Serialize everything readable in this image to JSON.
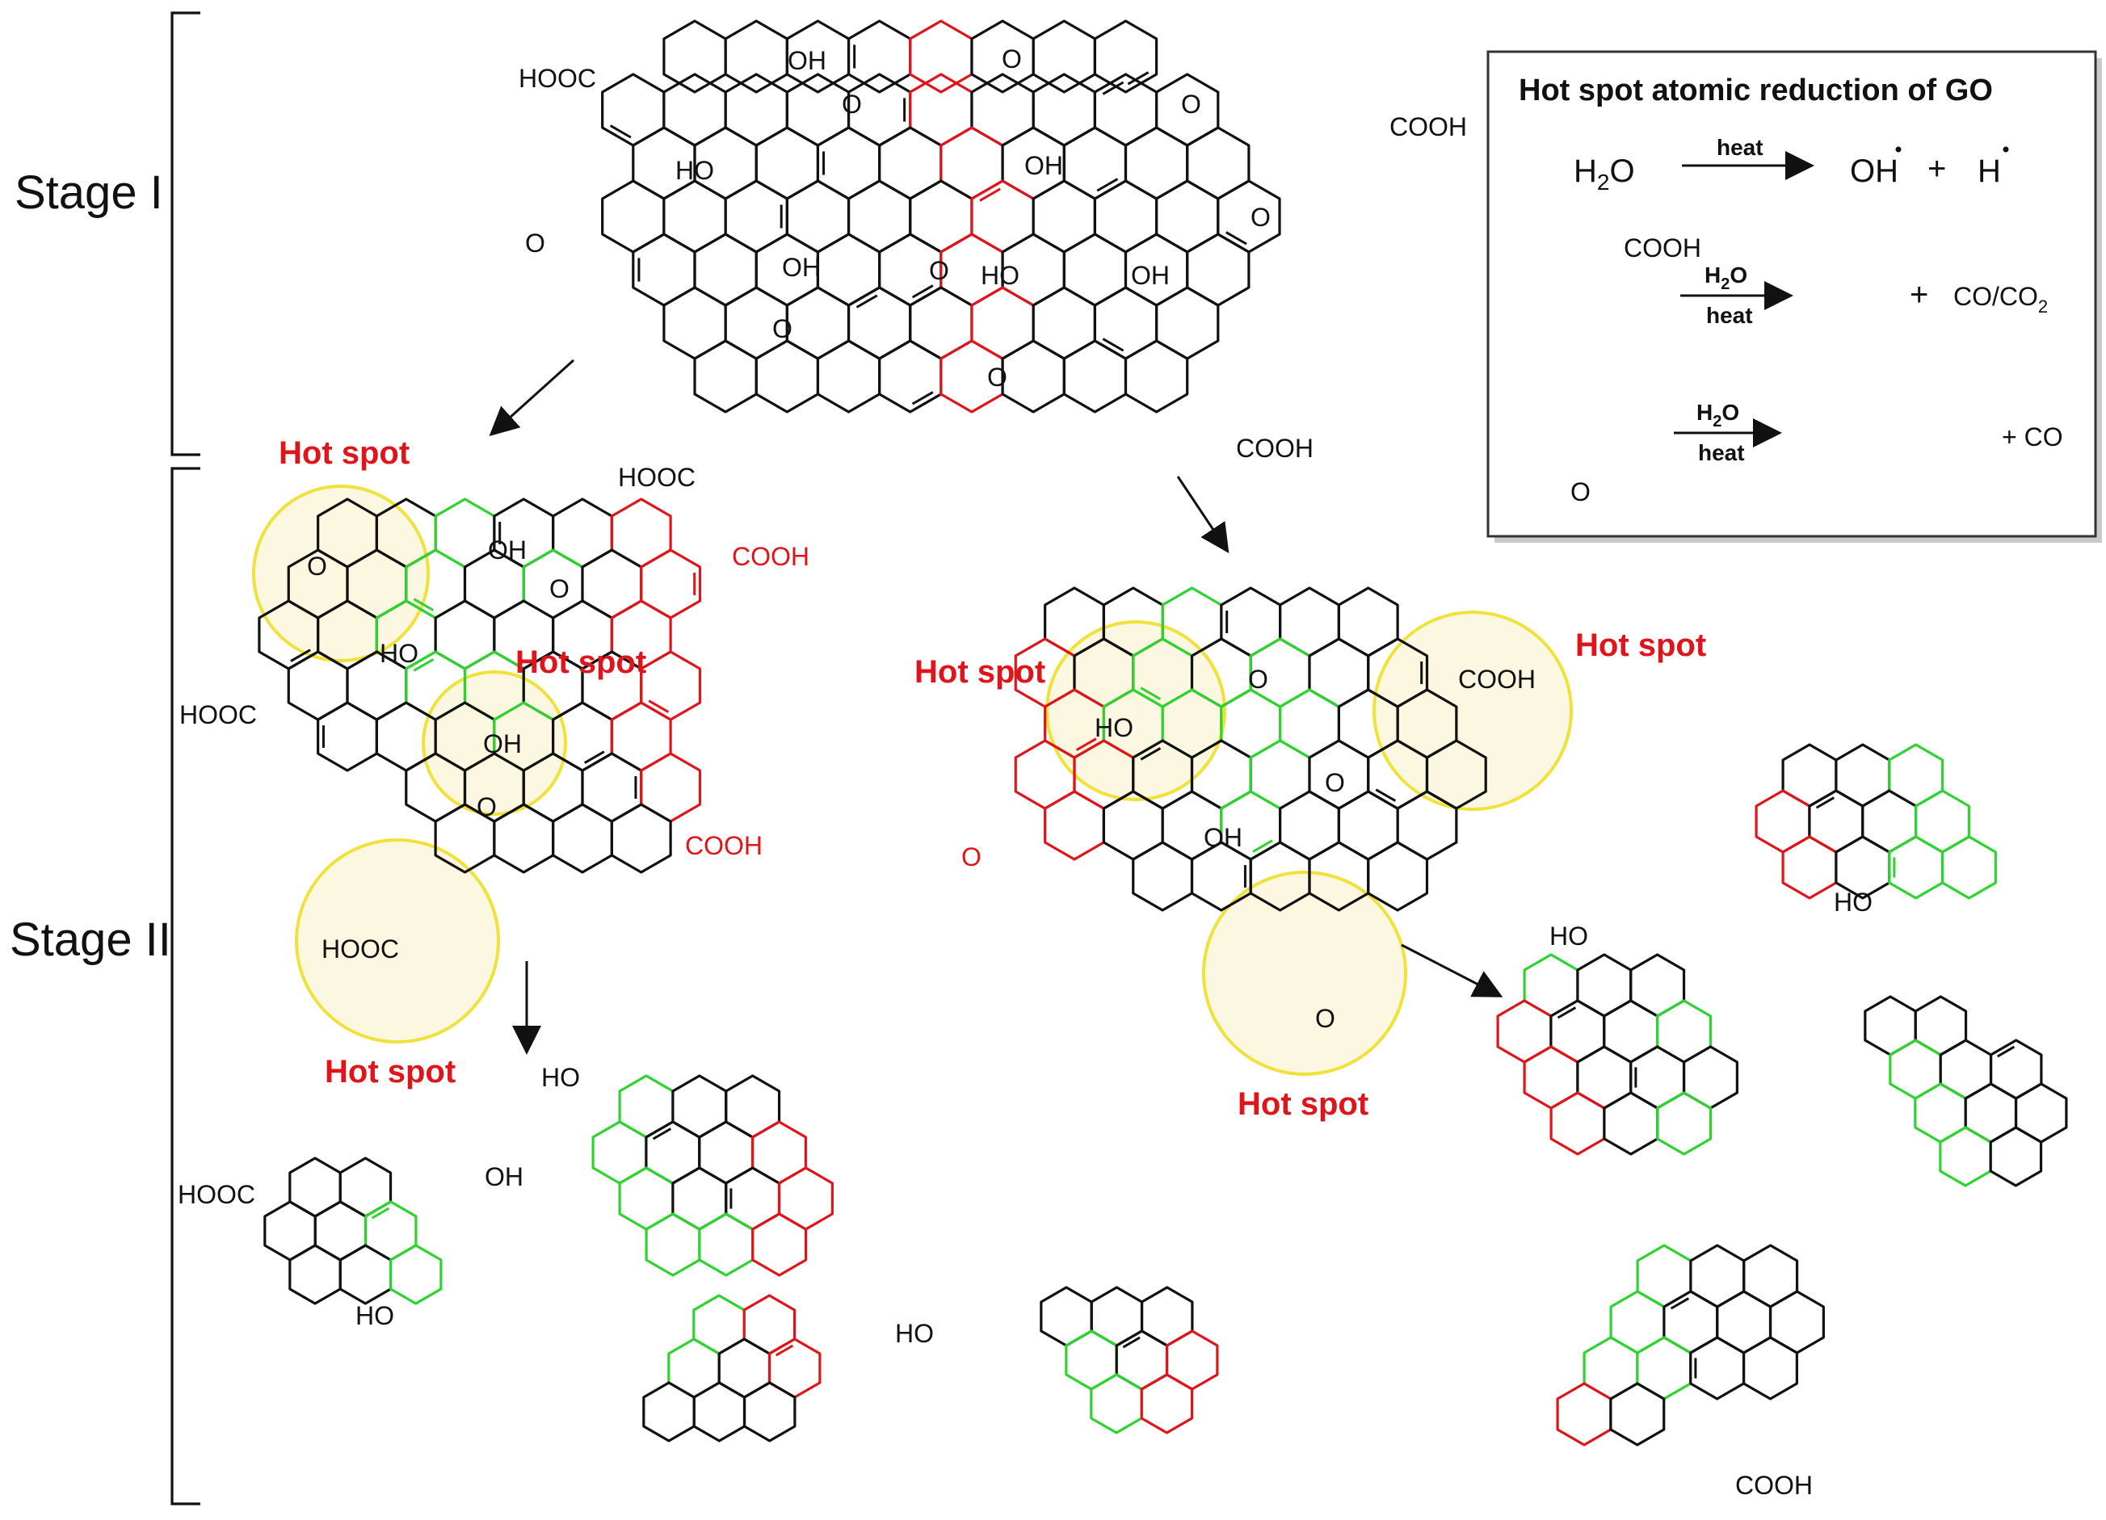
{
  "stages": {
    "stage1_label": "Stage I",
    "stage2_label": "Stage II"
  },
  "hot_spot_label": "Hot spot",
  "groups": {
    "cooh": "COOH",
    "hooc": "HOOC",
    "oh": "OH",
    "ho": "HO",
    "o": "O"
  },
  "reaction_box": {
    "title": "Hot spot atomic reduction of GO",
    "r1": {
      "reactant": "H",
      "reactant_sub": "2",
      "reactant_tail": "O",
      "condition": "heat",
      "product1": "OH",
      "plus": "+",
      "product2": "H"
    },
    "r2": {
      "substituent": "COOH",
      "condition_top": "H",
      "condition_top_sub": "2",
      "condition_top_tail": "O",
      "condition_bottom": "heat",
      "plus": "+",
      "byproduct": "CO/CO",
      "byproduct_sub": "2"
    },
    "r3": {
      "ketone_o": "O",
      "condition_top": "H",
      "condition_top_sub": "2",
      "condition_top_tail": "O",
      "condition_bottom": "heat",
      "byproduct": "+ CO"
    }
  },
  "colors": {
    "bond_black": "#111111",
    "bond_red": "#e0151b",
    "bond_green": "#2fd32f",
    "hot_spot_fill": "#f7f0c8",
    "hot_spot_ring": "#f0e23a",
    "label_red": "#e0151b"
  }
}
